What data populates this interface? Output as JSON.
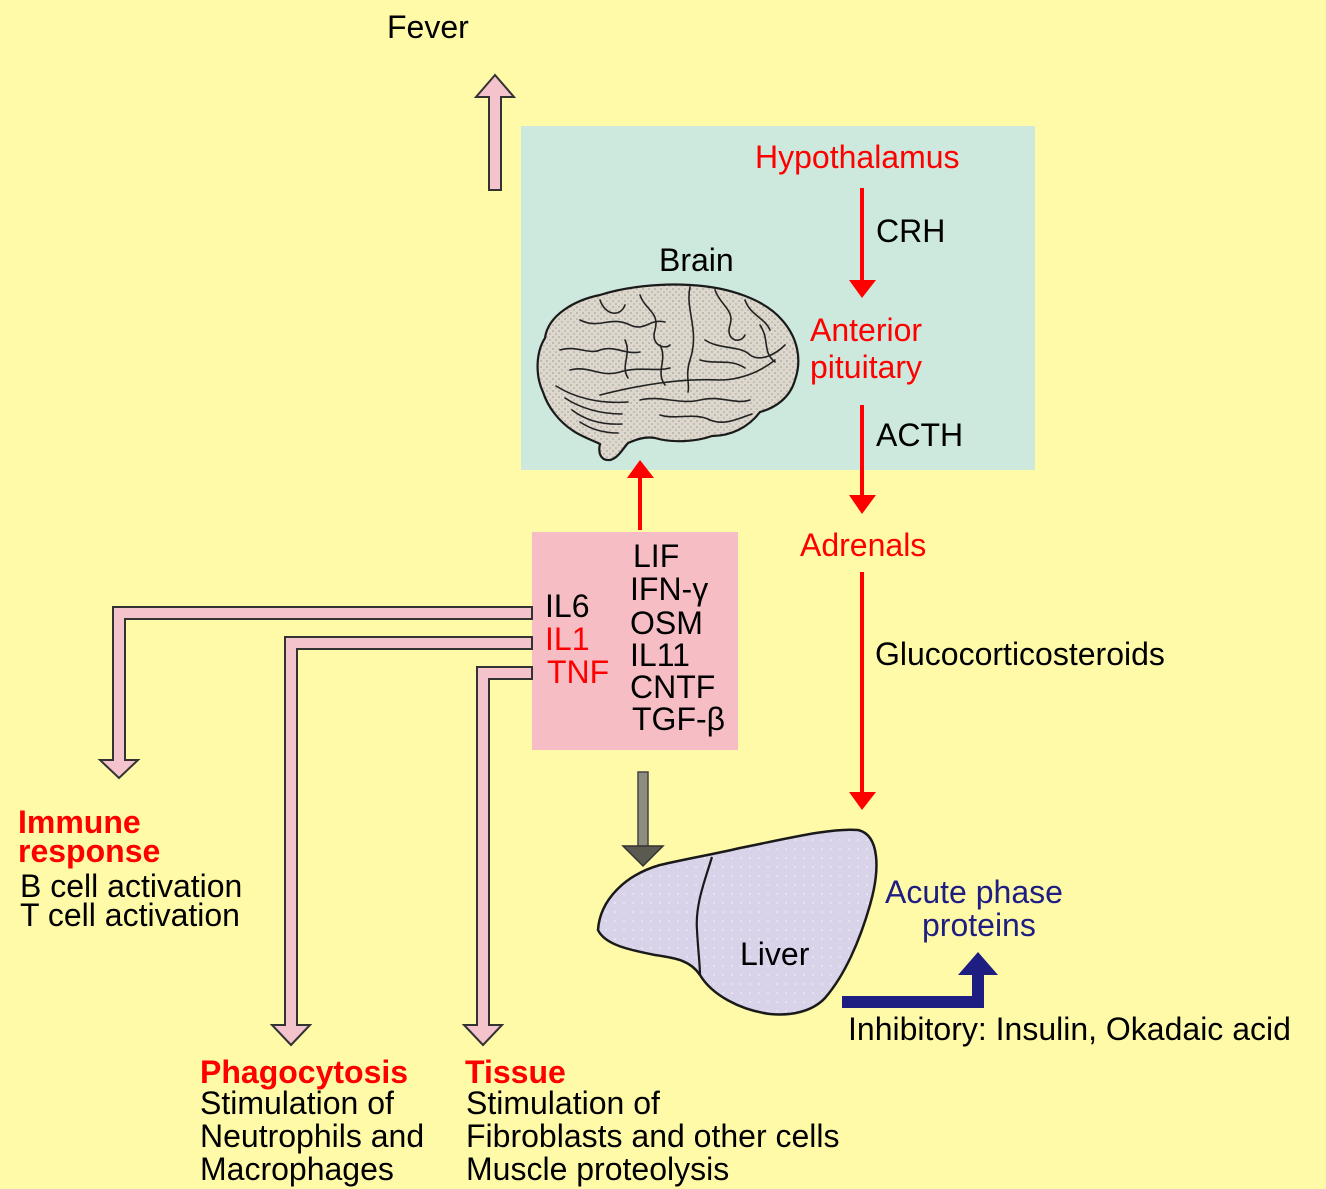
{
  "colors": {
    "background": "#FFFAA8",
    "brain_panel": "#CDE8DC",
    "cytokine_box": "#F6BEC4",
    "red": "#FF0000",
    "navy": "#1E1E82",
    "pink_arrow": "#F4C3CB",
    "liver": "#D9D3EA"
  },
  "fever": {
    "label": "Fever"
  },
  "brain_region": {
    "brain_label": "Brain",
    "hypothalamus": "Hypothalamus",
    "crh": "CRH",
    "anterior_pituitary": [
      "Anterior",
      "pituitary"
    ],
    "acth": "ACTH"
  },
  "adrenals": "Adrenals",
  "glucocorticosteroids": "Glucocorticosteroids",
  "cytokines": {
    "left": [
      {
        "label": "IL6",
        "color": "#000000"
      },
      {
        "label": "IL1",
        "color": "#FF0000"
      },
      {
        "label": "TNF",
        "color": "#FF0000"
      }
    ],
    "right": [
      "LIF",
      "IFN-γ",
      "OSM",
      "IL11",
      "CNTF",
      "TGF-β"
    ]
  },
  "immune_response": {
    "title": [
      "Immune",
      "response"
    ],
    "lines": [
      "B cell activation",
      "T cell activation"
    ]
  },
  "phagocytosis": {
    "title": "Phagocytosis",
    "lines": [
      "Stimulation of",
      "Neutrophils and",
      "Macrophages"
    ]
  },
  "tissue": {
    "title": "Tissue",
    "lines": [
      "Stimulation of",
      "Fibroblasts and other cells",
      "Muscle proteolysis"
    ]
  },
  "liver": {
    "label": "Liver"
  },
  "acute_phase_proteins": [
    "Acute phase",
    "proteins"
  ],
  "inhibitory": "Inhibitory: Insulin, Okadaic acid"
}
